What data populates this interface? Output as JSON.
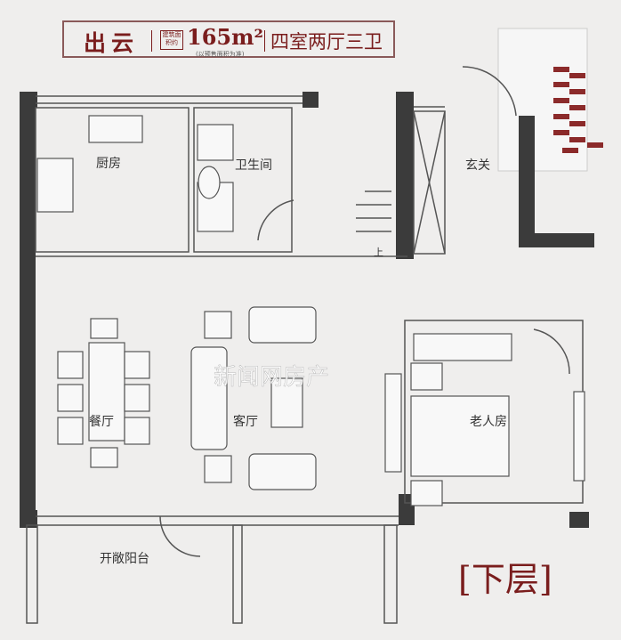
{
  "header": {
    "name": "出云",
    "area_tag": "建筑面积约",
    "area": "165m²",
    "area_note": "(以预售面积为准)",
    "layout": "四室两厅三卫"
  },
  "rooms": {
    "kitchen": "厨房",
    "bathroom": "卫生间",
    "foyer": "玄关",
    "stairs_up": "上",
    "dining": "餐厅",
    "living": "客厅",
    "elder_room": "老人房",
    "balcony": "开敞阳台"
  },
  "level_label": "[下层]",
  "watermark": "新闻网房产",
  "colors": {
    "wall": "#3b3b3b",
    "accent": "#7a1d1d",
    "site_buildings": "#8b2a2a"
  }
}
